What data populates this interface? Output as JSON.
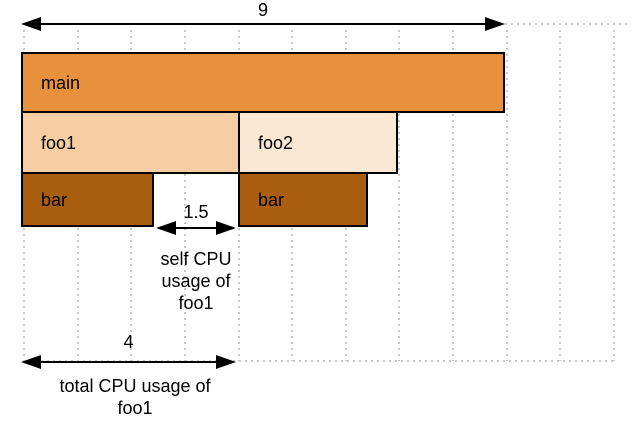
{
  "frames": {
    "main": {
      "label": "main"
    },
    "foo1": {
      "label": "foo1"
    },
    "foo2": {
      "label": "foo2"
    },
    "bar_left": {
      "label": "bar"
    },
    "bar_right": {
      "label": "bar"
    }
  },
  "measurements": {
    "total_program": {
      "value": "9"
    },
    "self_foo1": {
      "value": "1.5",
      "caption": "self CPU usage of foo1"
    },
    "total_foo1": {
      "value": "4",
      "caption": "total CPU usage of foo1"
    }
  },
  "colors": {
    "main_fill": "#E8913D",
    "foo1_fill": "#F7CDA3",
    "foo2_fill": "#FBE8D4",
    "bar_fill": "#AA5F10",
    "stroke": "#000000",
    "grid": "#C8C8C8"
  }
}
